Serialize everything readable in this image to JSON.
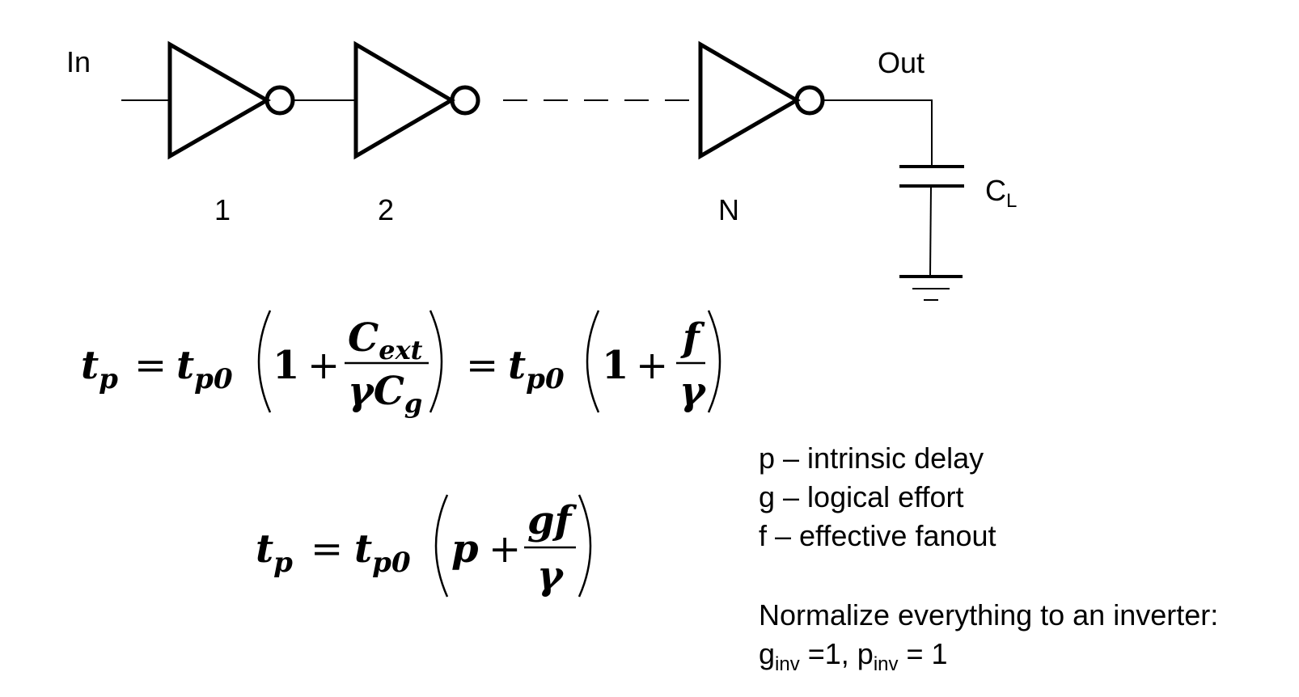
{
  "circuit": {
    "input_label": "In",
    "output_label": "Out",
    "inverters": [
      {
        "label": "1"
      },
      {
        "label": "2"
      },
      {
        "label": "N"
      }
    ],
    "load_cap": {
      "main": "C",
      "sub": "L"
    }
  },
  "equations": {
    "eq1": {
      "lhs": "t",
      "lhs_sub": "p",
      "eq": "=",
      "t0": "t",
      "t0_sub": "p0",
      "one": "1",
      "plus": "+",
      "frac_num": "C",
      "frac_num_sub": "ext",
      "frac_den": "γC",
      "frac_den_sub": "g",
      "frac2_num": "f",
      "frac2_den": "γ"
    },
    "eq2": {
      "lhs": "t",
      "lhs_sub": "p",
      "eq": "=",
      "t0": "t",
      "t0_sub": "p0",
      "p": "p",
      "plus": "+",
      "frac_num": "gf",
      "frac_den": "γ"
    }
  },
  "legend": {
    "p_line": "p – intrinsic delay",
    "g_line": "g – logical effort",
    "f_line": "f – effective fanout",
    "normalize": "Normalize everything to an inverter:",
    "g_inv": "g",
    "g_inv_sub": "inv",
    "g_inv_val": " =1, ",
    "p_inv": "p",
    "p_inv_sub": "inv",
    "p_inv_val": " = 1"
  }
}
